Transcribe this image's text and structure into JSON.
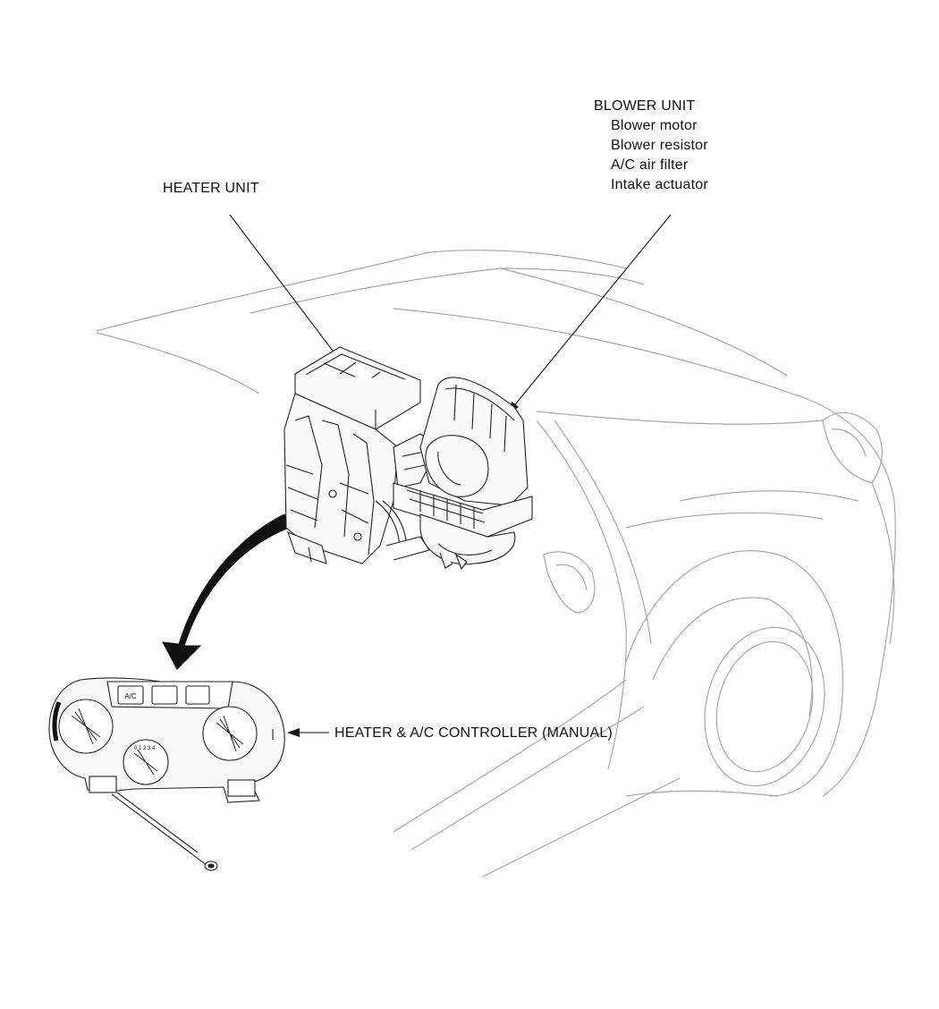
{
  "labels": {
    "heater_unit": "HEATER UNIT",
    "blower_unit": {
      "title": "BLOWER UNIT",
      "components": [
        "Blower motor",
        "Blower resistor",
        "A/C air filter",
        "Intake actuator"
      ]
    },
    "controller": "HEATER & A/C CONTROLLER (MANUAL)"
  },
  "controller_panel": {
    "ac_button": "A/C"
  }
}
